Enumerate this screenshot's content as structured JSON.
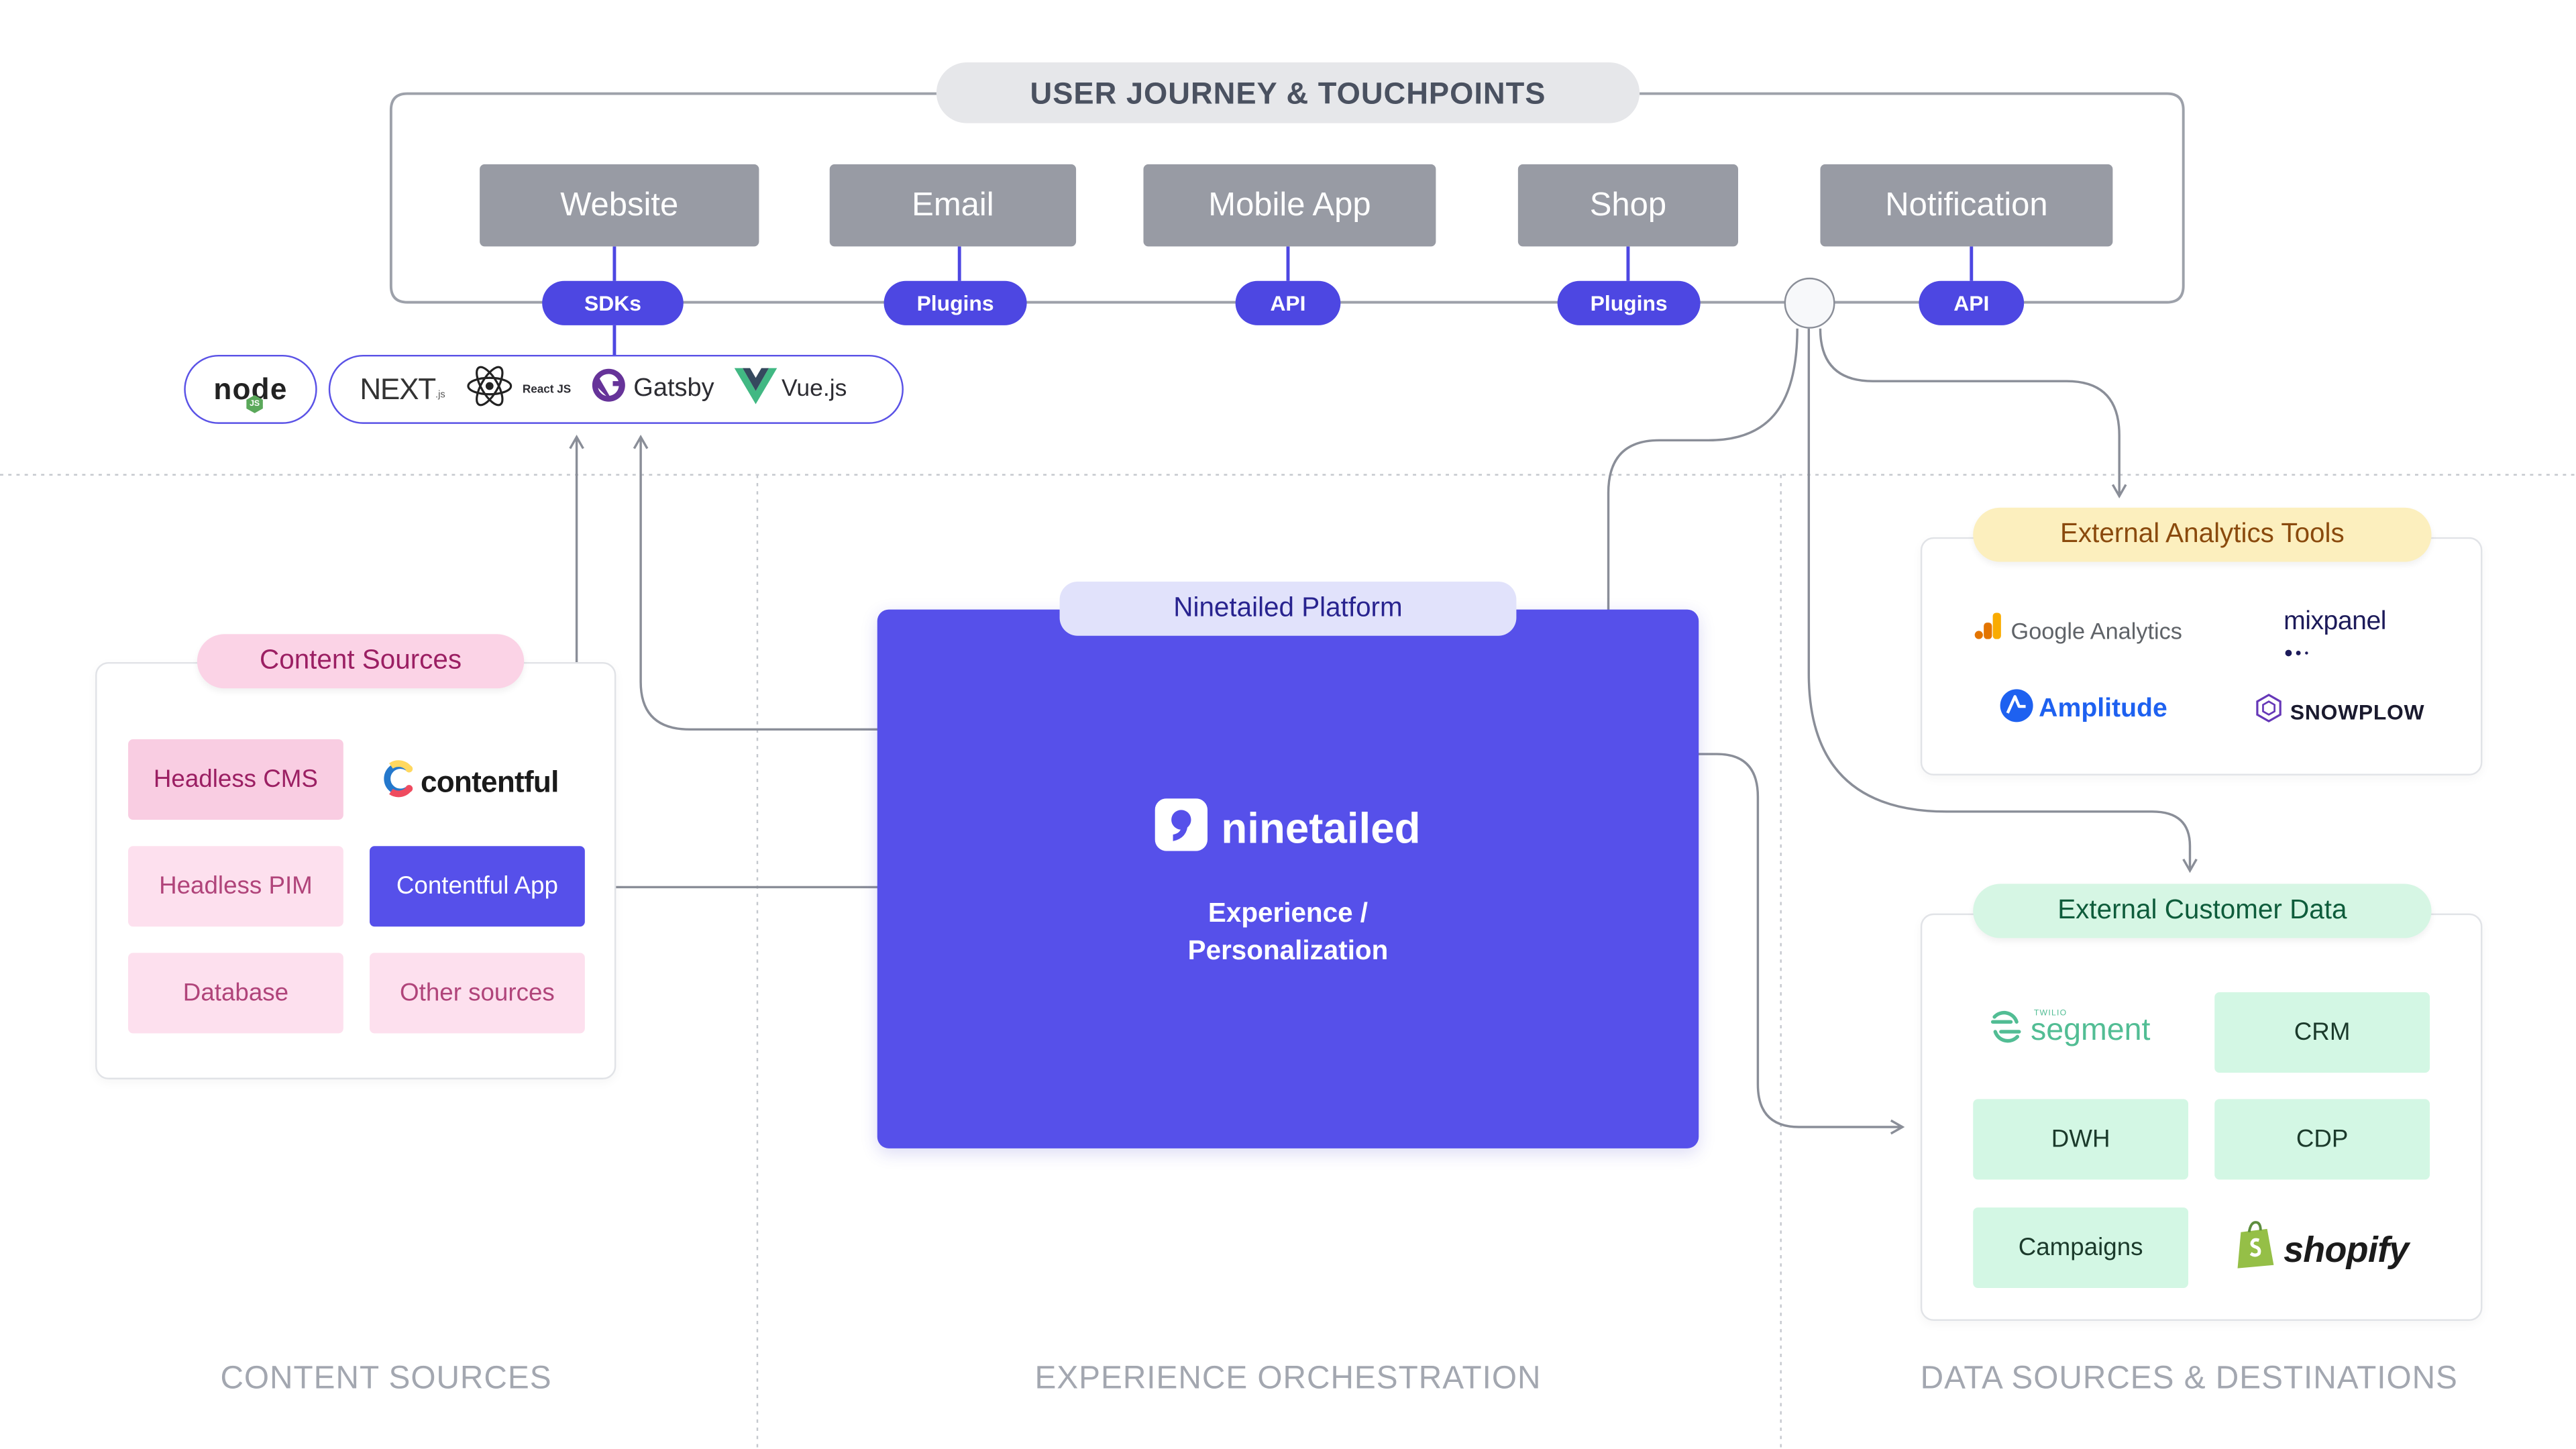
{
  "journey": {
    "title": "USER JOURNEY & TOUCHPOINTS",
    "touchpoints": [
      {
        "label": "Website",
        "connector": "SDKs"
      },
      {
        "label": "Email",
        "connector": "Plugins"
      },
      {
        "label": "Mobile App",
        "connector": "API"
      },
      {
        "label": "Shop",
        "connector": "Plugins"
      },
      {
        "label": "Notification",
        "connector": "API"
      }
    ]
  },
  "frameworks": {
    "node_word": "node",
    "node_badge": "JS",
    "items": [
      {
        "label": "NEXT",
        "suffix": ".js"
      },
      {
        "label": "React JS"
      },
      {
        "label": "Gatsby"
      },
      {
        "label": "Vue.js"
      }
    ]
  },
  "columns": {
    "content": "CONTENT SOURCES",
    "orchestration": "EXPERIENCE ORCHESTRATION",
    "data": "DATA SOURCES & DESTINATIONS"
  },
  "content_sources": {
    "title": "Content Sources",
    "headless_cms": "Headless CMS",
    "contentful": "contentful",
    "headless_pim": "Headless PIM",
    "contentful_app": "Contentful App",
    "database": "Database",
    "other_sources": "Other sources"
  },
  "platform": {
    "title": "Ninetailed Platform",
    "logo_text": "ninetailed",
    "subtitle_line1": "Experience /",
    "subtitle_line2": "Personalization"
  },
  "analytics": {
    "title": "External Analytics Tools",
    "google": "Google Analytics",
    "mixpanel": "mixpanel",
    "amplitude": "Amplitude",
    "snowplow": "SNOWPLOW"
  },
  "customer_data": {
    "title": "External Customer Data",
    "segment_small": "TWILIO",
    "segment": "segment",
    "crm": "CRM",
    "dwh": "DWH",
    "cdp": "CDP",
    "campaigns": "Campaigns",
    "shopify": "shopify"
  },
  "colors": {
    "indigo": "#5650ea",
    "pill": "#4d47e2",
    "touchpoint_gray": "#989ba4",
    "content_pink": "#f9cde2",
    "analytics_yellow": "#fcefbe",
    "customer_mint": "#d3f7e4"
  },
  "icons": [
    "node-js-logo",
    "nextjs-logo",
    "react-atom-icon",
    "gatsby-icon",
    "vue-v-icon",
    "contentful-c-icon",
    "ninetailed-logo-icon",
    "google-analytics-bars-icon",
    "mixpanel-dots-icon",
    "amplitude-a-icon",
    "snowplow-hex-icon",
    "segment-s-icon",
    "shopify-bag-icon"
  ]
}
